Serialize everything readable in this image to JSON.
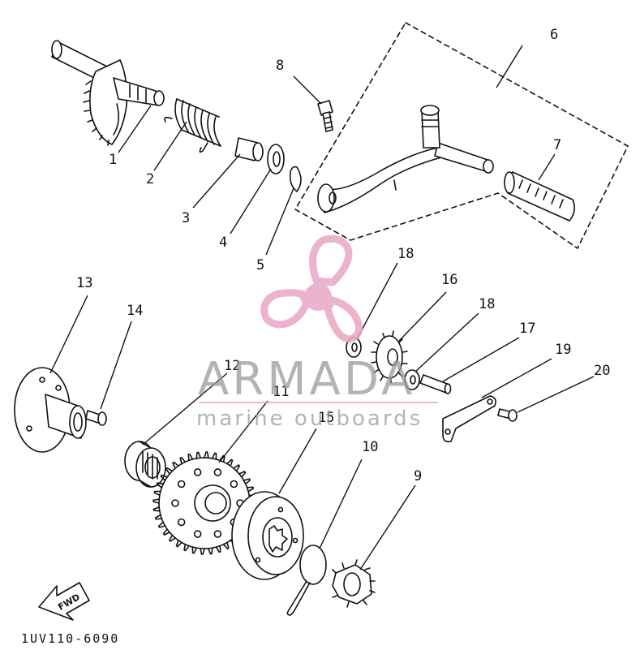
{
  "part_labels": {
    "p1": "1",
    "p2": "2",
    "p3": "3",
    "p4": "4",
    "p5": "5",
    "p6": "6",
    "p7": "7",
    "p8": "8",
    "p9": "9",
    "p10": "10",
    "p11": "11",
    "p12": "12",
    "p13": "13",
    "p14": "14",
    "p15": "15",
    "p16": "16",
    "p17": "17",
    "p18a": "18",
    "p18b": "18",
    "p19": "19",
    "p20": "20"
  },
  "watermark": {
    "title": "ARMADA",
    "subtitle": "marine outboards",
    "logo_color": "#e8a6c6",
    "text_color": "#9a9a9a"
  },
  "fwd_label": "FWD",
  "diagram_code": "1UV110-6090"
}
